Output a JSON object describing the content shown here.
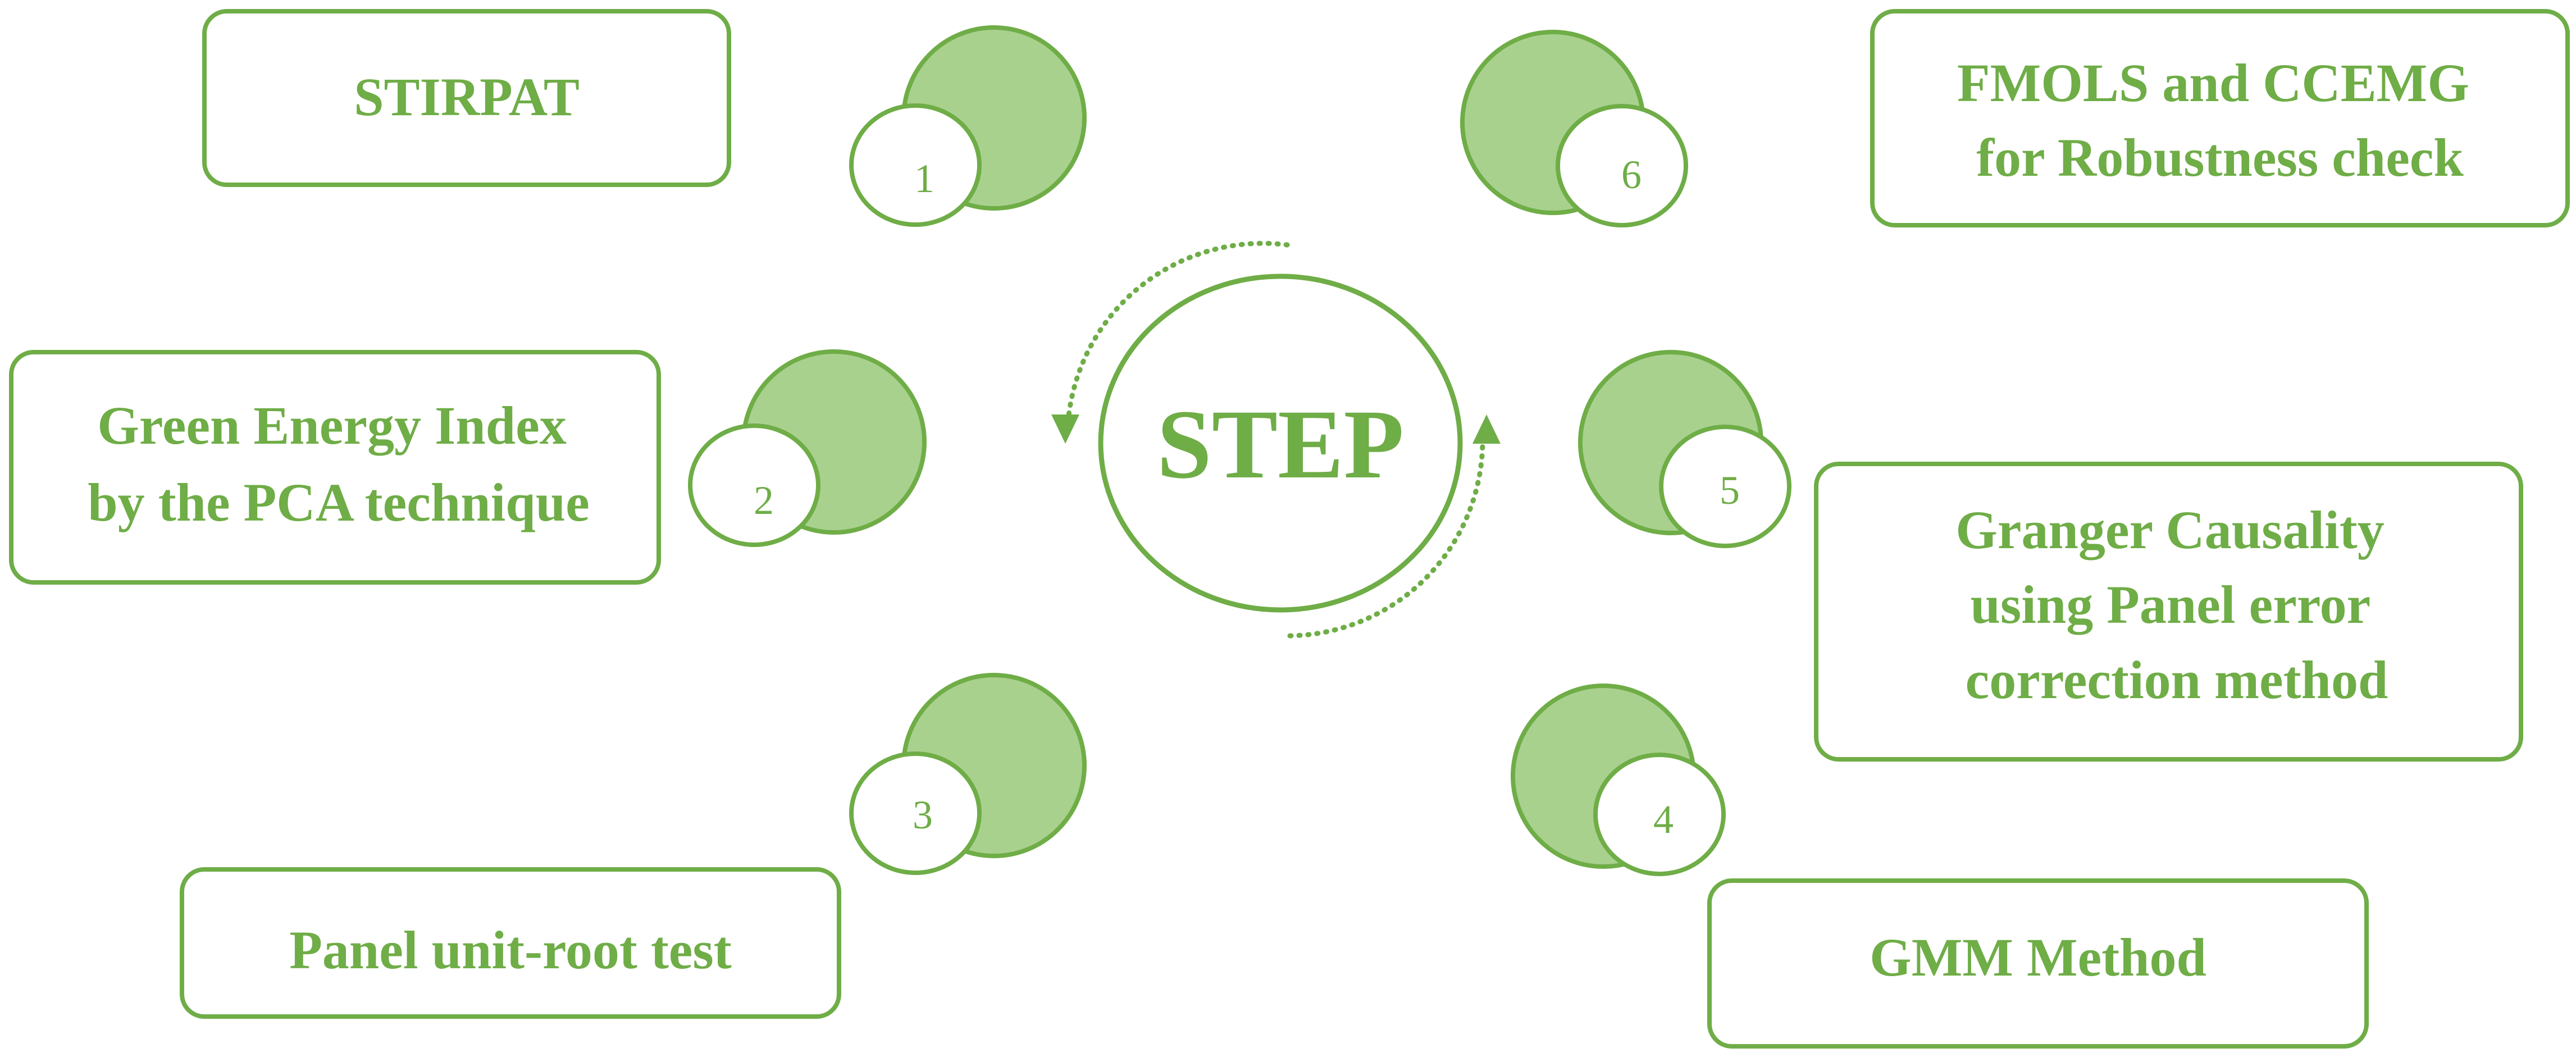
{
  "center": {
    "label": "STEP"
  },
  "steps": [
    {
      "number": "1",
      "lines": [
        "STIRPAT"
      ]
    },
    {
      "number": "2",
      "lines": [
        "Green Energy Index",
        "by the PCA technique"
      ]
    },
    {
      "number": "3",
      "lines": [
        "Panel unit-root test"
      ]
    },
    {
      "number": "4",
      "lines": [
        "GMM Method"
      ]
    },
    {
      "number": "5",
      "lines": [
        "Granger Causality",
        "using Panel error",
        "correction method"
      ]
    },
    {
      "number": "6",
      "lines": [
        "FMOLS and CCEMG",
        "for Robustness check"
      ]
    }
  ],
  "colors": {
    "accent": "#6fad47",
    "fill": "#a9d18e",
    "background": "#ffffff"
  }
}
